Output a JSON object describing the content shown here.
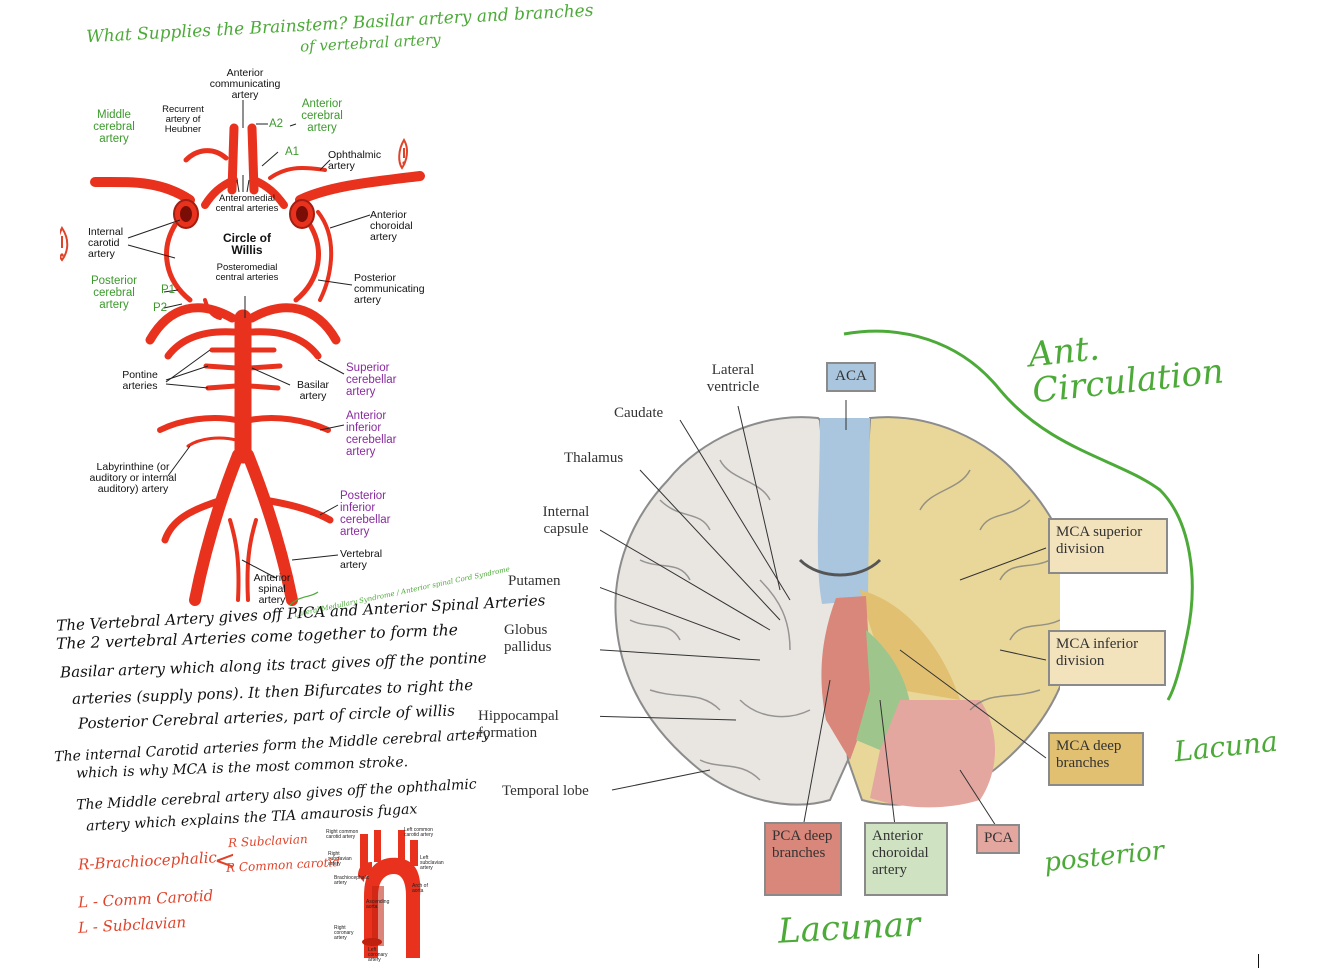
{
  "handwritten": {
    "title_line1": "What Supplies the Brainstem? Basilar artery and branches",
    "title_line2": "of vertebral artery",
    "side_note": "Lateral Medullary Syndrome / Anterior spinal Cord Syndrome",
    "notes": [
      "The Vertebral Artery gives off PICA and Anterior Spinal Arteries",
      "The 2 vertebral Arteries come together to form the",
      "Basilar artery which along its tract gives off the pontine",
      "arteries (supply pons). It then Bifurcates to right the",
      "Posterior Cerebral arteries, part of circle of willis",
      "The internal Carotid arteries form the Middle cerebral artery",
      "which is why MCA is the most common stroke.",
      "The Middle cerebral artery also gives off the ophthalmic",
      "artery which explains the TIA amaurosis fugax"
    ],
    "red_brachio": "R-Brachiocephalic",
    "red_subclavian": "R Subclavian",
    "red_common_carotid": "R Common carotid",
    "red_l_common": "L - Comm Carotid",
    "red_l_subclavian": "L - Subclavian",
    "ant_circulation": "Ant. Circulation",
    "lacuna": "Lacuna",
    "posterior": "posterior",
    "lacunar": "Lacunar"
  },
  "willis": {
    "anterior_communicating": "Anterior communicating artery",
    "middle_cerebral": "Middle cerebral artery",
    "recurrent_heubner": "Recurrent artery of Heubner",
    "a2": "A2",
    "a1": "A1",
    "anterior_cerebral": "Anterior cerebral artery",
    "ophthalmic": "Ophthalmic artery",
    "anteromedial_central": "Anteromedial central arteries",
    "anterior_choroidal": "Anterior choroidal artery",
    "internal_carotid": "Internal carotid artery",
    "circle_of_willis": "Circle of Willis",
    "posteromedial_central": "Posteromedial central arteries",
    "posterior_cerebral": "Posterior cerebral artery",
    "p1": "P1",
    "p2": "P2",
    "posterior_communicating": "Posterior communicating artery",
    "pontine": "Pontine arteries",
    "basilar": "Basilar artery",
    "superior_cerebellar": "Superior cerebellar artery",
    "aica": "Anterior inferior cerebellar artery",
    "labyrinthine": "Labyrinthine (or auditory or internal auditory) artery",
    "pica": "Posterior inferior cerebellar artery",
    "vertebral": "Vertebral artery",
    "anterior_spinal": "Anterior spinal artery"
  },
  "brain": {
    "lateral_ventricle": "Lateral ventricle",
    "caudate": "Caudate",
    "thalamus": "Thalamus",
    "internal_capsule": "Internal capsule",
    "putamen": "Putamen",
    "globus_pallidus": "Globus pallidus",
    "hippocampal": "Hippocampal formation",
    "temporal_lobe": "Temporal lobe",
    "aca": "ACA",
    "mca_superior": "MCA superior division",
    "mca_inferior": "MCA inferior division",
    "mca_deep": "MCA deep branches",
    "pca_deep": "PCA deep branches",
    "anterior_choroidal": "Anterior choroidal artery",
    "pca": "PCA"
  },
  "aorta": {
    "right_common_carotid": "Right common carotid artery",
    "left_common_carotid": "Left common carotid artery",
    "right_subclavian": "Right subclavian artery",
    "left_subclavian": "Left subclavian artery",
    "brachiocephalic": "Brachiocephalic artery",
    "arch": "Arch of aorta",
    "ascending": "Ascending aorta",
    "right_coronary": "Right coronary artery",
    "left_coronary": "Left coronary artery"
  },
  "colors": {
    "artery_red": "#e8321e",
    "handwriting_green": "#4caa38",
    "handwriting_red": "#e0432a",
    "label_green": "#3c9a2c",
    "label_purple": "#8a2aa0",
    "aca_blue": "#a9c6de",
    "mca_yellow": "#e9d79a",
    "mca_deep": "#e2c072",
    "pca_red": "#d9877a",
    "choroidal_green": "#9ec58c"
  }
}
